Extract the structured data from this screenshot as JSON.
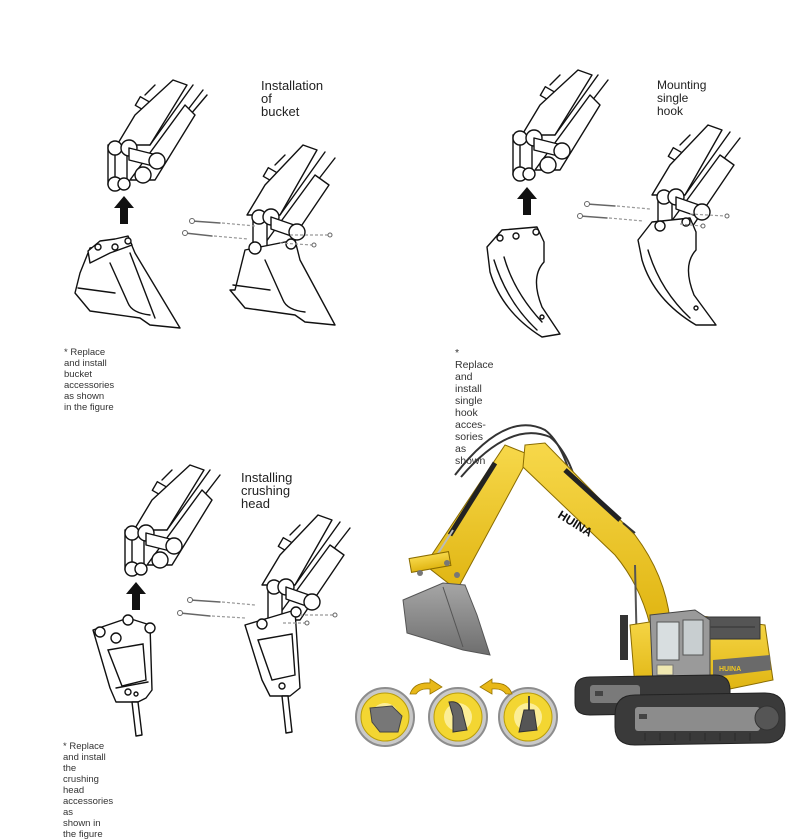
{
  "panels": [
    {
      "id": "bucket",
      "title_line1": "Installation of",
      "title_line2": "bucket",
      "note_line1": "* Replace and install bucket accessories as shown",
      "note_line2": "in the figure"
    },
    {
      "id": "single-hook",
      "title_line1": "Mounting single",
      "title_line2": "hook",
      "note_line1": "* Replace and install single hook acces-",
      "note_line2": "sories as shown"
    },
    {
      "id": "crushing-head",
      "title_line1": "Installing crushing",
      "title_line2": "head",
      "note_line1": "* Replace and install the crushing head accessories as",
      "note_line2": "shown in the figure"
    }
  ],
  "product": {
    "brand": "HUINA",
    "colors": {
      "body_yellow": "#f2c81e",
      "bucket_gray": "#8c8c8c",
      "track_dark": "#3a3a3a",
      "badge_ring": "#b0b0b0"
    },
    "accessory_badges": [
      {
        "name": "bucket",
        "icon": "bucket-icon"
      },
      {
        "name": "single-hook",
        "icon": "hook-icon"
      },
      {
        "name": "crushing-head",
        "icon": "crusher-icon"
      }
    ],
    "swap_arrows": [
      "arrow-right-curved-icon",
      "arrow-left-curved-icon"
    ]
  }
}
